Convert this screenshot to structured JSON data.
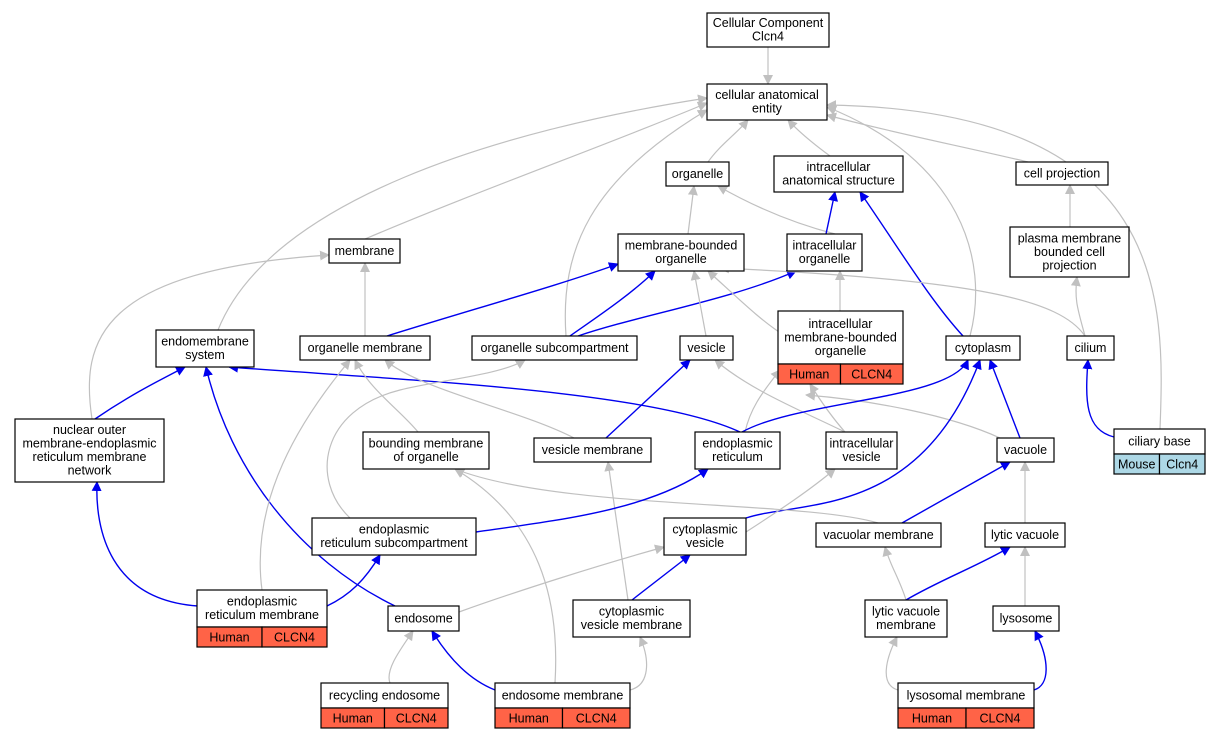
{
  "colors": {
    "gray_edge": "#c0c0c0",
    "blue_edge": "#0000ee",
    "human_fill": "#ff6347",
    "mouse_fill": "#add8e6",
    "node_border": "#000000",
    "node_fill": "#ffffff"
  },
  "nodes": [
    {
      "id": "cc",
      "lines": [
        "Cellular Component",
        "Clcn4"
      ]
    },
    {
      "id": "cae",
      "lines": [
        "cellular anatomical",
        "entity"
      ]
    },
    {
      "id": "organelle",
      "lines": [
        "organelle"
      ]
    },
    {
      "id": "ias",
      "lines": [
        "intracellular",
        "anatomical structure"
      ]
    },
    {
      "id": "cellproj",
      "lines": [
        "cell projection"
      ]
    },
    {
      "id": "membrane",
      "lines": [
        "membrane"
      ]
    },
    {
      "id": "mbo",
      "lines": [
        "membrane-bounded",
        "organelle"
      ]
    },
    {
      "id": "io",
      "lines": [
        "intracellular",
        "organelle"
      ]
    },
    {
      "id": "pmbcp",
      "lines": [
        "plasma membrane",
        "bounded cell",
        "projection"
      ]
    },
    {
      "id": "endosys",
      "lines": [
        "endomembrane",
        "system"
      ]
    },
    {
      "id": "orgmem",
      "lines": [
        "organelle membrane"
      ]
    },
    {
      "id": "orgsub",
      "lines": [
        "organelle subcompartment"
      ]
    },
    {
      "id": "vesicle",
      "lines": [
        "vesicle"
      ]
    },
    {
      "id": "imbo",
      "lines": [
        "intracellular",
        "membrane-bounded",
        "organelle"
      ],
      "tags": [
        {
          "label": "Human",
          "species": "human"
        },
        {
          "label": "CLCN4",
          "species": "human"
        }
      ]
    },
    {
      "id": "cytoplasm",
      "lines": [
        "cytoplasm"
      ]
    },
    {
      "id": "cilium",
      "lines": [
        "cilium"
      ]
    },
    {
      "id": "nomer",
      "lines": [
        "nuclear outer",
        "membrane-endoplasmic",
        "reticulum membrane",
        "network"
      ]
    },
    {
      "id": "bmo",
      "lines": [
        "bounding membrane",
        "of organelle"
      ]
    },
    {
      "id": "vesmem",
      "lines": [
        "vesicle membrane"
      ]
    },
    {
      "id": "er",
      "lines": [
        "endoplasmic",
        "reticulum"
      ]
    },
    {
      "id": "iv",
      "lines": [
        "intracellular",
        "vesicle"
      ]
    },
    {
      "id": "vacuole",
      "lines": [
        "vacuole"
      ]
    },
    {
      "id": "cbase",
      "lines": [
        "ciliary base"
      ],
      "tags": [
        {
          "label": "Mouse",
          "species": "mouse"
        },
        {
          "label": "Clcn4",
          "species": "mouse"
        }
      ]
    },
    {
      "id": "ersub",
      "lines": [
        "endoplasmic",
        "reticulum subcompartment"
      ]
    },
    {
      "id": "cytves",
      "lines": [
        "cytoplasmic",
        "vesicle"
      ]
    },
    {
      "id": "vacmem",
      "lines": [
        "vacuolar membrane"
      ]
    },
    {
      "id": "lytvac",
      "lines": [
        "lytic vacuole"
      ]
    },
    {
      "id": "ermem",
      "lines": [
        "endoplasmic",
        "reticulum membrane"
      ],
      "tags": [
        {
          "label": "Human",
          "species": "human"
        },
        {
          "label": "CLCN4",
          "species": "human"
        }
      ]
    },
    {
      "id": "endosome",
      "lines": [
        "endosome"
      ]
    },
    {
      "id": "cvm",
      "lines": [
        "cytoplasmic",
        "vesicle membrane"
      ]
    },
    {
      "id": "lvm",
      "lines": [
        "lytic vacuole",
        "membrane"
      ]
    },
    {
      "id": "lysosome",
      "lines": [
        "lysosome"
      ]
    },
    {
      "id": "recend",
      "lines": [
        "recycling endosome"
      ],
      "tags": [
        {
          "label": "Human",
          "species": "human"
        },
        {
          "label": "CLCN4",
          "species": "human"
        }
      ]
    },
    {
      "id": "endmem",
      "lines": [
        "endosome membrane"
      ],
      "tags": [
        {
          "label": "Human",
          "species": "human"
        },
        {
          "label": "CLCN4",
          "species": "human"
        }
      ]
    },
    {
      "id": "lysmem",
      "lines": [
        "lysosomal membrane"
      ],
      "tags": [
        {
          "label": "Human",
          "species": "human"
        },
        {
          "label": "CLCN4",
          "species": "human"
        }
      ]
    }
  ],
  "edges": [
    {
      "from": "cae",
      "to": "cc",
      "kind": "is_a"
    },
    {
      "from": "organelle",
      "to": "cae",
      "kind": "is_a"
    },
    {
      "from": "ias",
      "to": "cae",
      "kind": "is_a"
    },
    {
      "from": "cellproj",
      "to": "cae",
      "kind": "is_a"
    },
    {
      "from": "membrane",
      "to": "cae",
      "kind": "is_a"
    },
    {
      "from": "endosys",
      "to": "cae",
      "kind": "is_a"
    },
    {
      "from": "orgsub",
      "to": "cae",
      "kind": "is_a"
    },
    {
      "from": "cytoplasm",
      "to": "cae",
      "kind": "is_a"
    },
    {
      "from": "cbase",
      "to": "cae",
      "kind": "is_a"
    },
    {
      "from": "mbo",
      "to": "organelle",
      "kind": "is_a"
    },
    {
      "from": "io",
      "to": "organelle",
      "kind": "is_a"
    },
    {
      "from": "io",
      "to": "ias",
      "kind": "part_of"
    },
    {
      "from": "cytoplasm",
      "to": "ias",
      "kind": "part_of"
    },
    {
      "from": "pmbcp",
      "to": "cellproj",
      "kind": "is_a"
    },
    {
      "from": "orgmem",
      "to": "membrane",
      "kind": "is_a"
    },
    {
      "from": "nomer",
      "to": "membrane",
      "kind": "is_a"
    },
    {
      "from": "orgmem",
      "to": "mbo",
      "kind": "part_of"
    },
    {
      "from": "orgsub",
      "to": "mbo",
      "kind": "part_of"
    },
    {
      "from": "orgsub",
      "to": "io",
      "kind": "part_of"
    },
    {
      "from": "vesicle",
      "to": "mbo",
      "kind": "is_a"
    },
    {
      "from": "imbo",
      "to": "mbo",
      "kind": "is_a"
    },
    {
      "from": "imbo",
      "to": "io",
      "kind": "is_a"
    },
    {
      "from": "cilium",
      "to": "mbo",
      "kind": "is_a"
    },
    {
      "from": "cilium",
      "to": "pmbcp",
      "kind": "is_a"
    },
    {
      "from": "nomer",
      "to": "endosys",
      "kind": "part_of"
    },
    {
      "from": "er",
      "to": "endosys",
      "kind": "part_of"
    },
    {
      "from": "endosome",
      "to": "endosys",
      "kind": "part_of"
    },
    {
      "from": "bmo",
      "to": "orgmem",
      "kind": "is_a"
    },
    {
      "from": "vesmem",
      "to": "orgmem",
      "kind": "is_a"
    },
    {
      "from": "ermem",
      "to": "orgmem",
      "kind": "is_a"
    },
    {
      "from": "ersub",
      "to": "orgsub",
      "kind": "is_a"
    },
    {
      "from": "vesmem",
      "to": "vesicle",
      "kind": "part_of"
    },
    {
      "from": "iv",
      "to": "vesicle",
      "kind": "is_a"
    },
    {
      "from": "er",
      "to": "imbo",
      "kind": "is_a"
    },
    {
      "from": "iv",
      "to": "imbo",
      "kind": "is_a"
    },
    {
      "from": "vacuole",
      "to": "imbo",
      "kind": "is_a"
    },
    {
      "from": "er",
      "to": "cytoplasm",
      "kind": "part_of"
    },
    {
      "from": "vacuole",
      "to": "cytoplasm",
      "kind": "part_of"
    },
    {
      "from": "cytves",
      "to": "cytoplasm",
      "kind": "part_of"
    },
    {
      "from": "cbase",
      "to": "cilium",
      "kind": "part_of"
    },
    {
      "from": "ermem",
      "to": "nomer",
      "kind": "part_of"
    },
    {
      "from": "vacmem",
      "to": "bmo",
      "kind": "is_a"
    },
    {
      "from": "endmem",
      "to": "bmo",
      "kind": "is_a"
    },
    {
      "from": "cvm",
      "to": "vesmem",
      "kind": "is_a"
    },
    {
      "from": "ersub",
      "to": "er",
      "kind": "part_of"
    },
    {
      "from": "cytves",
      "to": "iv",
      "kind": "is_a"
    },
    {
      "from": "vacmem",
      "to": "vacuole",
      "kind": "part_of"
    },
    {
      "from": "lytvac",
      "to": "vacuole",
      "kind": "is_a"
    },
    {
      "from": "ermem",
      "to": "ersub",
      "kind": "part_of"
    },
    {
      "from": "endosome",
      "to": "cytves",
      "kind": "is_a"
    },
    {
      "from": "cvm",
      "to": "cytves",
      "kind": "part_of"
    },
    {
      "from": "lvm",
      "to": "vacmem",
      "kind": "is_a"
    },
    {
      "from": "lvm",
      "to": "lytvac",
      "kind": "part_of"
    },
    {
      "from": "lysosome",
      "to": "lytvac",
      "kind": "is_a"
    },
    {
      "from": "recend",
      "to": "endosome",
      "kind": "is_a"
    },
    {
      "from": "endmem",
      "to": "endosome",
      "kind": "part_of"
    },
    {
      "from": "endmem",
      "to": "cvm",
      "kind": "is_a"
    },
    {
      "from": "lysmem",
      "to": "lvm",
      "kind": "is_a"
    },
    {
      "from": "lysmem",
      "to": "lysosome",
      "kind": "part_of"
    }
  ]
}
